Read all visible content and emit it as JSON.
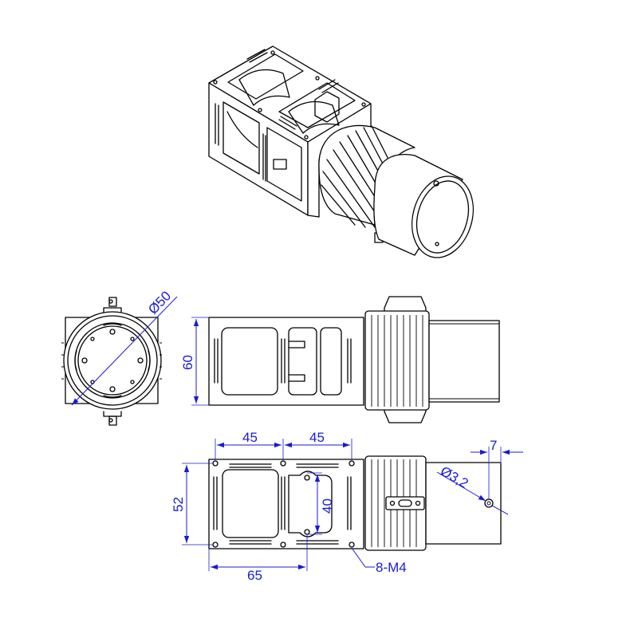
{
  "dimensions": {
    "diameter_50": "Ø50",
    "height_60": "60",
    "pitch_45_left": "45",
    "pitch_45_right": "45",
    "width_52": "52",
    "spacing_40": "40",
    "length_65": "65",
    "offset_7": "7",
    "hole_diameter": "Ø3,2",
    "thread_callout": "8-M4"
  },
  "colors": {
    "dimension": "#1a1ad6",
    "outline": "#000000"
  }
}
